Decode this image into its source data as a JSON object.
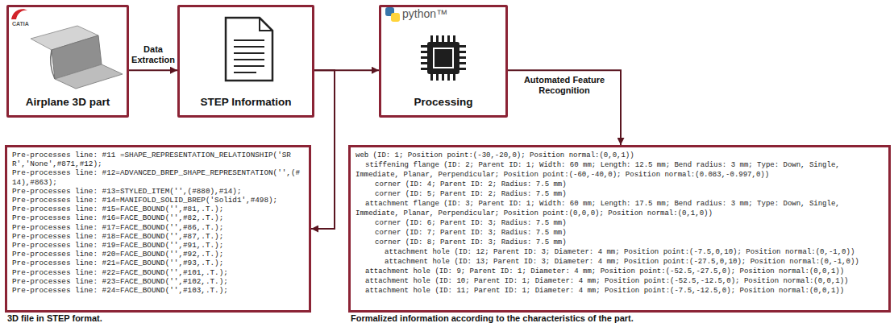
{
  "diagram": {
    "nodes": [
      {
        "text": [
          "Airplane 3D part"
        ]
      },
      {
        "text": [
          "STEP Information"
        ]
      },
      {
        "text": [
          "Processing"
        ]
      },
      {
        "text": [
          "Pre-processes line: #11 =SHAPE_REPRESENTATION_RELATIONSHIP('SRR','None',#871,#12);",
          "Pre-processes line: #12=ADVANCED_BREP_SHAPE_REPRESENTATION('',(#14),#863);",
          "Pre-processes line: #13=STYLED_ITEM('',(#880),#14);",
          "Pre-processes line: #14=MANIFOLD_SOLID_BREP('Solid1',#498);",
          "Pre-processes line: #15=FACE_BOUND('',#81,.T.);",
          "Pre-processes line: #16=FACE_BOUND('',#82,.T.);",
          "Pre-processes line: #17=FACE_BOUND('',#86,.T.);",
          "Pre-processes line: #18=FACE_BOUND('',#87,.T.);",
          "Pre-processes line: #19=FACE_BOUND('',#91,.T.);",
          "Pre-processes line: #20=FACE_BOUND('',#92,.T.);",
          "Pre-processes line: #21=FACE_BOUND('',#93,.T.);",
          "Pre-processes line: #22=FACE_BOUND('',#101,.T.);",
          "Pre-processes line: #23=FACE_BOUND('',#102,.T.);",
          "Pre-processes line: #24=FACE_BOUND('',#103,.T.);",
          "3D file in STEP format."
        ]
      },
      {
        "text": [
          "web (ID: 1; Position point:(-30,-20,0); Position normal:(0,0,1))",
          "stiffening flange (ID: 2; Parent ID: 1; Width: 60 mm; Length: 12.5 mm; Bend radius: 3 mm; Type: Down, Single, Immediate, Planar, Perpendicular; Position point:(-60,-40,0); Position normal:(0.083,-0.997,0))",
          "corner (ID: 4; Parent ID: 2; Radius: 7.5 mm)",
          "corner (ID: 5; Parent ID: 2; Radius: 7.5 mm)",
          "attachment flange (ID: 3; Parent ID: 1; Width: 60 mm; Length: 17.5 mm; Bend radius: 3 mm; Type: Down, Single, Immediate, Planar, Perpendicular; Position point:(0,0,0); Position normal:(0,1,0))",
          "corner (ID: 6; Parent ID: 3; Radius: 7.5 mm)",
          "corner (ID: 7; Parent ID: 3; Radius: 7.5 mm)",
          "corner (ID: 8; Parent ID: 3; Radius: 7.5 mm)",
          "attachment hole (ID: 12; Parent ID: 3; Diameter: 4 mm; Position point:(-7.5,0,10); Position normal:(0,-1,0))",
          "attachment hole (ID: 13; Parent ID: 3; Diameter: 4 mm; Position point:(-27.5,0,10); Position normal:(0,-1,0))",
          "attachment hole (ID: 9; Parent ID: 1; Diameter: 4 mm; Position point:(-52.5,-27.5,0); Position normal:(0,0,1))",
          "attachment hole (ID: 10; Parent ID: 1; Diameter: 4 mm; Position point:(-52.5,-12.5,0); Position normal:(0,0,1))",
          "attachment hole (ID: 11; Parent ID: 1; Diameter: 4 mm; Position point:(-7.5,-12.5,0); Position normal:(0,0,1))",
          "Formalized information according to the characteristics of the part."
        ]
      }
    ],
    "edges": [
      {
        "from": 0,
        "to": 1,
        "arrow": "to",
        "label": "Data Extraction"
      },
      {
        "from": 1,
        "to": 2,
        "arrow": "to"
      },
      {
        "from": 1,
        "to": 3,
        "arrow": "to"
      },
      {
        "from": 2,
        "to": 4,
        "arrow": "to",
        "label": "Automated Feature Recognition"
      }
    ],
    "labels": [
      "CATIA",
      "python™"
    ]
  }
}
